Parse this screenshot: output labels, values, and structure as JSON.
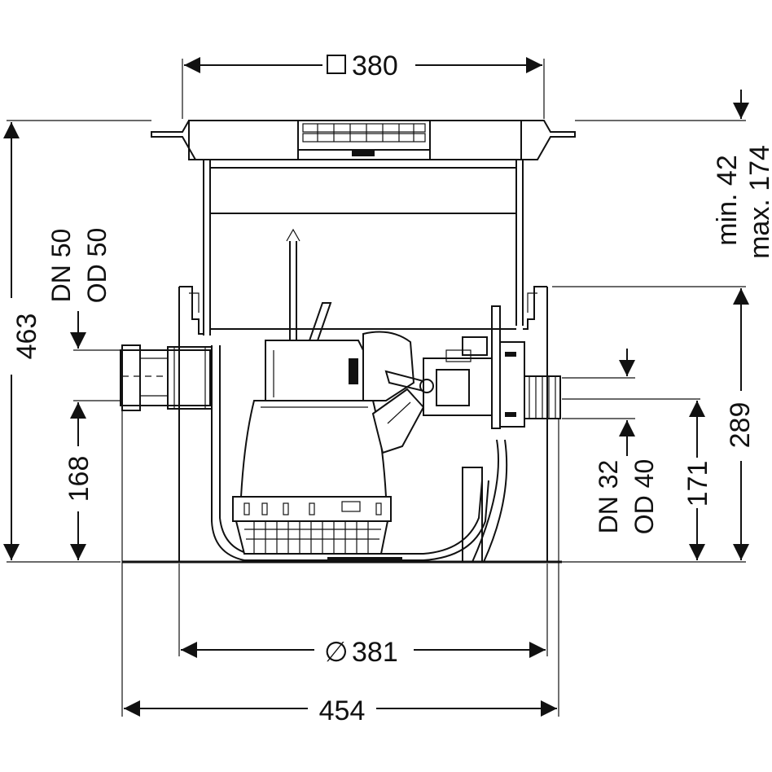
{
  "dimensions": {
    "top_width": "380",
    "total_height": "463",
    "inlet_height": "168",
    "inlet_pipe_line1": "DN 50",
    "inlet_pipe_line2": "OD 50",
    "adjust_min": "min. 42",
    "adjust_max": "max. 174",
    "body_height": "289",
    "outlet_height": "171",
    "outlet_pipe_line1": "DN 32",
    "outlet_pipe_line2": "OD 40",
    "body_diameter": "381",
    "overall_width": "454"
  },
  "symbols": {
    "square": "□",
    "diameter": "∅"
  },
  "colors": {
    "line": "#111111",
    "background": "#ffffff"
  }
}
